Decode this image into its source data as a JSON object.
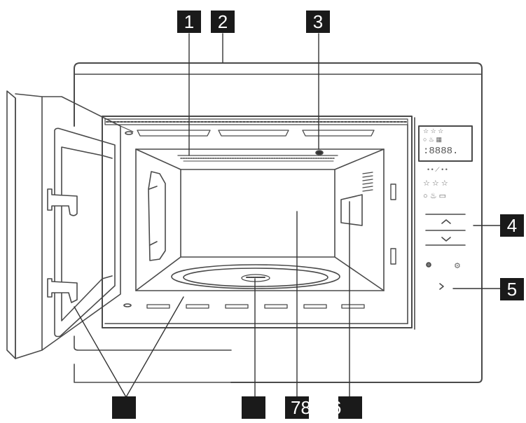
{
  "diagram": {
    "subject": "Built-in microwave oven with door open – parts overview",
    "colors": {
      "line": "#4a4a4a",
      "callout_bg": "#1a1a1a",
      "callout_text": "#ffffff",
      "background": "#ffffff"
    },
    "callouts": [
      {
        "id": "c1",
        "label": "1"
      },
      {
        "id": "c2",
        "label": "2"
      },
      {
        "id": "c3",
        "label": "3"
      },
      {
        "id": "c4",
        "label": "4"
      },
      {
        "id": "c5",
        "label": "5"
      },
      {
        "id": "c_door_latches",
        "label": ""
      },
      {
        "id": "c_turntable",
        "label": ""
      },
      {
        "id": "c78",
        "label": "78"
      },
      {
        "id": "c6",
        "label": "6"
      }
    ],
    "control_panel": {
      "display_digits": "8888",
      "up_symbol": "^",
      "down_symbol": "v"
    }
  }
}
